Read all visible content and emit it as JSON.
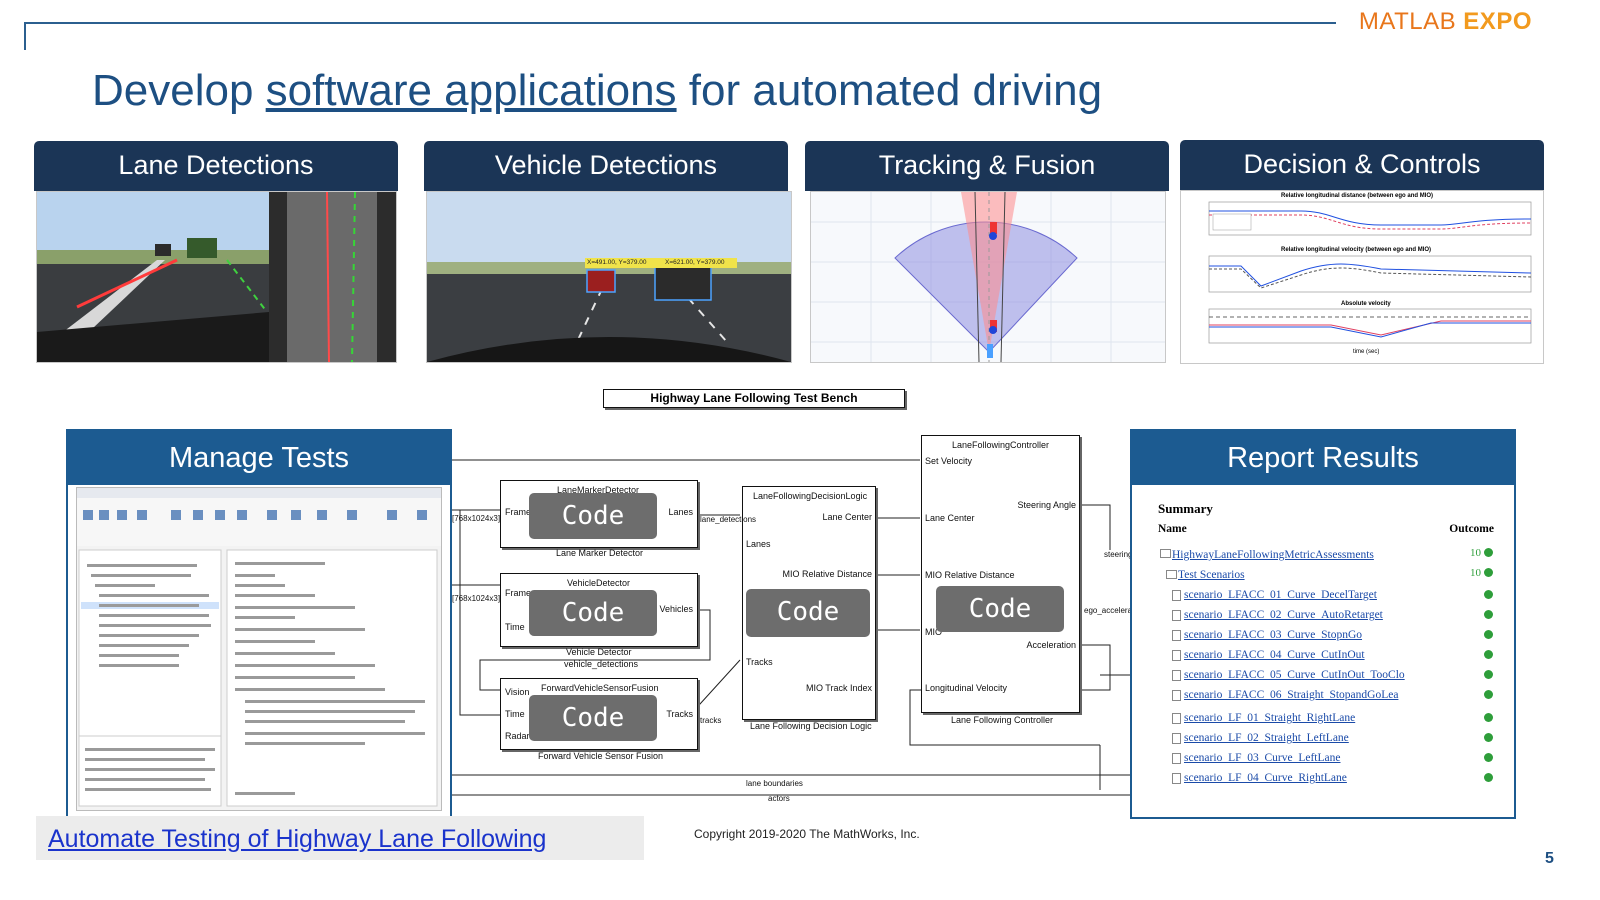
{
  "header": {
    "logo_main": "MATLAB",
    "logo_accent": "EXPO"
  },
  "title": {
    "pre": "Develop ",
    "link": "software applications",
    "post": " for automated driving"
  },
  "panels": [
    {
      "label": "Lane Detections"
    },
    {
      "label": "Vehicle Detections"
    },
    {
      "label": "Tracking & Fusion"
    },
    {
      "label": "Decision & Controls"
    }
  ],
  "vehicle_boxes": {
    "left": "X=491.00, Y=379.00",
    "right": "X=621.00, Y=379.00"
  },
  "decision_charts": {
    "top_title": "Relative longitudinal distance (between ego and MIO)",
    "mid_title": "Relative longitudinal velocity (between ego and MIO)",
    "bottom_title": "Absolute velocity",
    "xlabel": "time (sec)"
  },
  "testbench": {
    "title": "Highway Lane Following Test Bench",
    "code_label": "Code",
    "blocks": {
      "lane_marker": {
        "top": "LaneMarkerDetector",
        "bottom": "Lane Marker Detector",
        "in": "Frame",
        "out": "Lanes"
      },
      "vehicle": {
        "top": "VehicleDetector",
        "bottom": "Vehicle Detector",
        "bottom2": "vehicle_detections",
        "in1": "Frame",
        "in2": "Time",
        "out": "Vehicles"
      },
      "fusion": {
        "top": "ForwardVehicleSensorFusion",
        "bottom": "Forward Vehicle Sensor Fusion",
        "in1": "Vision",
        "in2": "Time",
        "in3": "Radar",
        "out": "Tracks"
      },
      "decision": {
        "top": "LaneFollowingDecisionLogic",
        "bottom": "Lane Following Decision Logic",
        "in1": "Lanes",
        "in2": "Tracks",
        "out1": "Lane Center",
        "out2": "MIO Relative Distance",
        "out3": "MIO Track Index"
      },
      "controller": {
        "top": "LaneFollowingController",
        "bottom": "Lane Following Controller",
        "in1": "Set Velocity",
        "in2": "Lane Center",
        "in3": "MIO Relative Distance",
        "in4": "MIO",
        "in5": "Longitudinal Velocity",
        "out1": "Steering Angle",
        "out2": "Acceleration"
      }
    },
    "signals": {
      "dims1": "[768x1024x3]",
      "dims2": "[768x1024x3]",
      "lane_detections": "lane_detections",
      "tracks": "tracks",
      "steering": "steering",
      "ego_accel": "ego_accelera",
      "lane_boundaries": "lane boundaries",
      "actors": "actors"
    }
  },
  "manage_tests": {
    "label": "Manage Tests"
  },
  "report": {
    "label": "Report Results",
    "summary": "Summary",
    "col_name": "Name",
    "col_outcome": "Outcome",
    "root": {
      "name": "HighwayLaneFollowingMetricAssessments",
      "count": "10"
    },
    "group": {
      "name": "Test Scenarios",
      "count": "10"
    },
    "scenarios": [
      "scenario_LFACC_01_Curve_DecelTarget",
      "scenario_LFACC_02_Curve_AutoRetarget",
      "scenario_LFACC_03_Curve_StopnGo",
      "scenario_LFACC_04_Curve_CutInOut",
      "scenario_LFACC_05_Curve_CutInOut_TooClo",
      "scenario_LFACC_06_Straight_StopandGoLea",
      "scenario_LF_01_Straight_RightLane",
      "scenario_LF_02_Straight_LeftLane",
      "scenario_LF_03_Curve_LeftLane",
      "scenario_LF_04_Curve_RightLane"
    ]
  },
  "footer": {
    "link": "Automate Testing of Highway Lane Following",
    "copyright": "Copyright 2019-2020 The MathWorks, Inc.",
    "page": "5"
  },
  "colors": {
    "navy": "#1b3556",
    "blue": "#1c5b91",
    "title": "#1d4f82",
    "orange": "#e8761b",
    "pass": "#2e9e3a"
  }
}
